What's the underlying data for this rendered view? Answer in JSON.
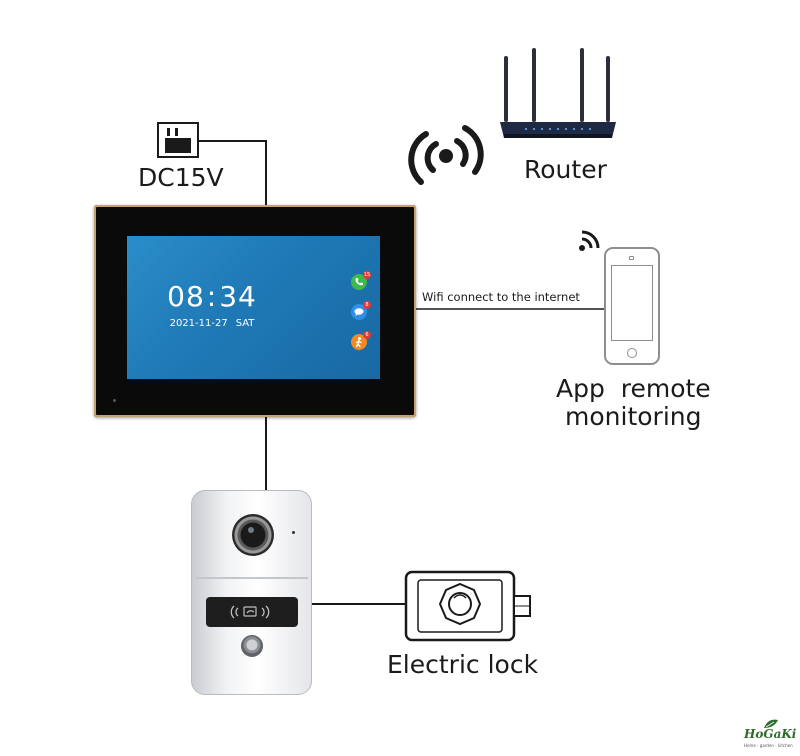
{
  "labels": {
    "power": "DC15V",
    "router": "Router",
    "wifi_link": "Wifi connect to the internet",
    "app_line1": "App  remote",
    "app_line2": "monitoring",
    "lock": "Electric lock"
  },
  "monitor_screen": {
    "time_hours": "08",
    "time_sep": ":",
    "time_minutes": "34",
    "date": "2021-11-27",
    "weekday": "SAT",
    "apps": [
      {
        "icon": "phone-call-icon",
        "color": "#3fb94b",
        "badge": "15"
      },
      {
        "icon": "message-icon",
        "color": "#2f8fe6",
        "badge": "8"
      },
      {
        "icon": "person-icon",
        "color": "#f08a24",
        "badge": "6"
      }
    ]
  },
  "logo": {
    "name": "HoGaKi",
    "tagline": "Home - garden - kitchen"
  },
  "colors": {
    "screen": "#1f79b6",
    "wire": "#1a1a1a",
    "monitor_bezel": "#0a0a0a",
    "monitor_trim": "#c9a070",
    "logo_green": "#2e6b2a"
  }
}
